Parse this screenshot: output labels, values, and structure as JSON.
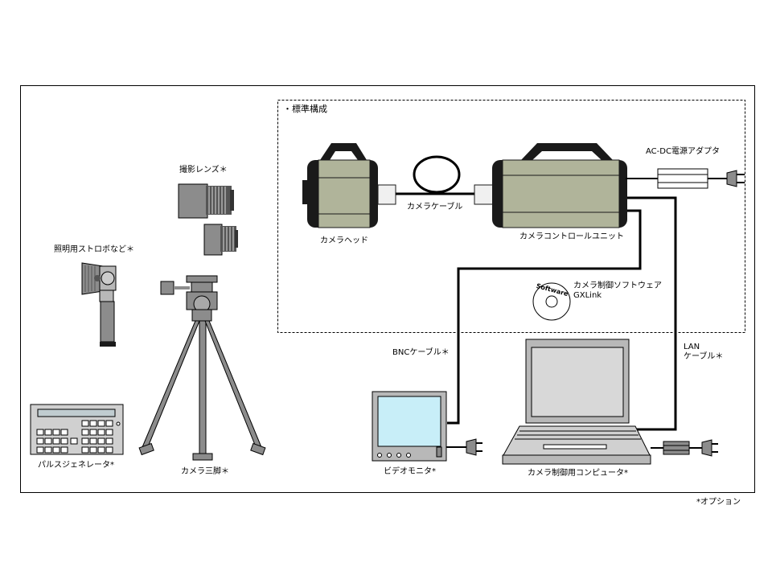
{
  "diagram": {
    "standard_config_label": "・標準構成",
    "option_note": "*オプション",
    "components": {
      "camera_head": "カメラヘッド",
      "camera_cable": "カメラケーブル",
      "camera_control_unit": "カメラコントロールユニット",
      "ac_dc_adapter": "AC-DC電源アダプタ",
      "software_name": "カメラ制御ソフトウェア",
      "software_product": "GXLink",
      "software_disc_text": "Software",
      "lens": "撮影レンズ＊",
      "strobe": "照明用ストロボなど＊",
      "tripod": "カメラ三脚＊",
      "pulse_generator": "パルスジェネレータ*",
      "bnc_cable": "BNCケーブル＊",
      "lan_cable_line1": "LAN",
      "lan_cable_line2": "ケーブル＊",
      "video_monitor": "ビデオモニタ*",
      "control_computer": "カメラ制御用コンピュータ*"
    }
  },
  "colors": {
    "camera_body": "#b0b49a",
    "dark": "#1a1a1a",
    "metal": "#8c8c8c",
    "monitor_screen": "#c8eef8",
    "panel_display": "#c0ccd0"
  }
}
